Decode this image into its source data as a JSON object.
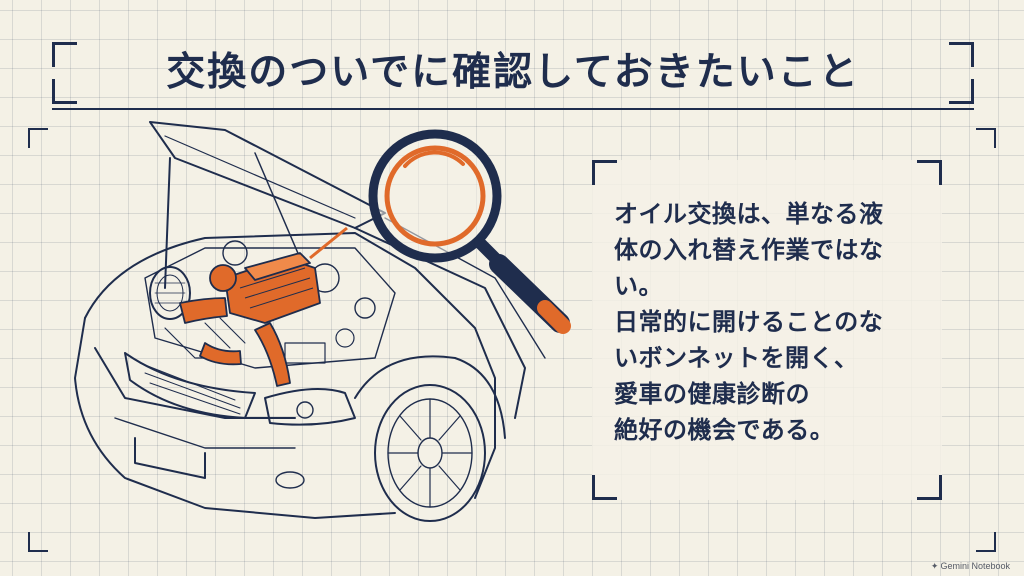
{
  "title": "交換のついでに確認しておきたいこと",
  "note_lines": [
    "オイル交換は、単なる液",
    "体の入れ替え作業ではな",
    "い。",
    "日常的に開けることのな",
    "いボンネットを開く、",
    "愛車の健康診断の",
    "絶好の機会である。"
  ],
  "watermark": {
    "icon": "sparkle-icon",
    "text": "Gemini Notebook"
  },
  "illustration": {
    "subject": "car-engine-bay",
    "icon": "magnifier-icon"
  },
  "colors": {
    "navy": "#1f2d4d",
    "orange": "#e06a2a",
    "paper": "#f4f1e6",
    "grid": "#c9cdd3"
  }
}
